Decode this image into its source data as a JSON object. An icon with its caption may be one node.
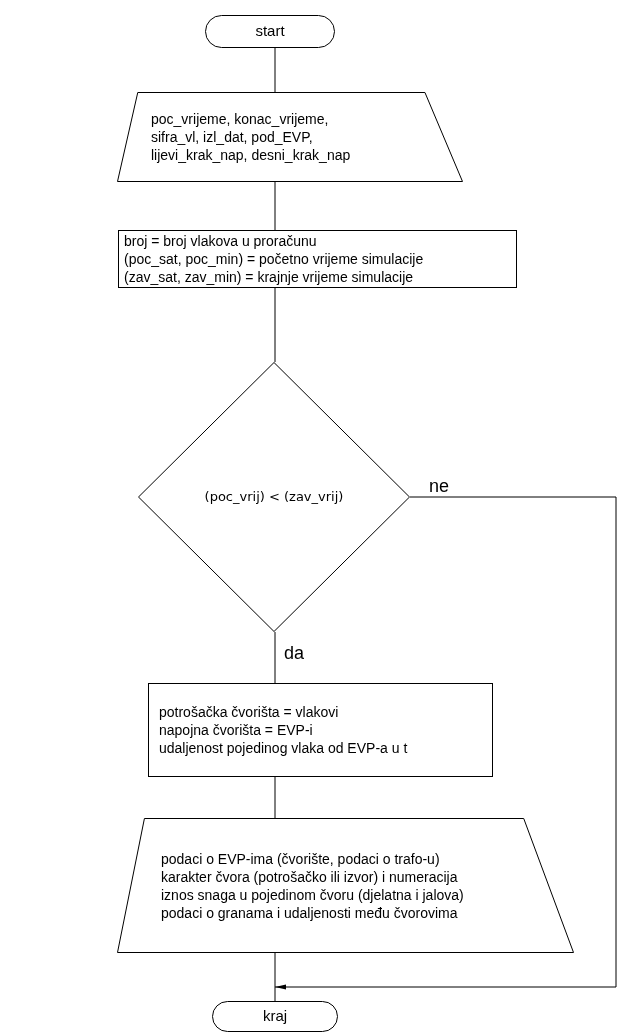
{
  "diagram": {
    "nodes": [
      {
        "text": [
          "start"
        ]
      },
      {
        "text": [
          "poc_vrijeme, konac_vrijeme, sifra_vl, izl_dat, pod_EVP, lijevi_krak_nap, desni_krak_nap"
        ]
      },
      {
        "text": [
          "broj = broj vlakova u proračunu (poc_sat, poc_min) = početno vrijeme simulacije (zav_sat, zav_min) = krajnje vrijeme simulacije"
        ]
      },
      {
        "text": [
          "(poc_vrij) < (zav_vrij)"
        ]
      },
      {
        "text": [
          "potrošačka čvorišta = vlakovi napojna čvorišta = EVP-i udaljenost pojedinog vlaka od EVP-a u t"
        ]
      },
      {
        "text": [
          "podaci o EVP-ima (čvorište, podaci o trafo-u) karakter čvora (potrošačko ili izvor) i numeracija iznos snaga u pojedinom čvoru (djelatna i jalova) podaci o granama i udaljenosti među čvorovima"
        ]
      },
      {
        "text": [
          "kraj"
        ]
      }
    ],
    "edges": [
      {
        "from": 0,
        "to": 1,
        "arrow": "none"
      },
      {
        "from": 1,
        "to": 2,
        "arrow": "none"
      },
      {
        "from": 2,
        "to": 3,
        "arrow": "none"
      },
      {
        "from": 3,
        "to": 4,
        "arrow": "none",
        "label": "da"
      },
      {
        "from": 4,
        "to": 5,
        "arrow": "none"
      },
      {
        "from": 5,
        "to": 6,
        "arrow": "none"
      },
      {
        "from": 3,
        "to": 6,
        "arrow": "to",
        "label": "ne"
      }
    ]
  }
}
